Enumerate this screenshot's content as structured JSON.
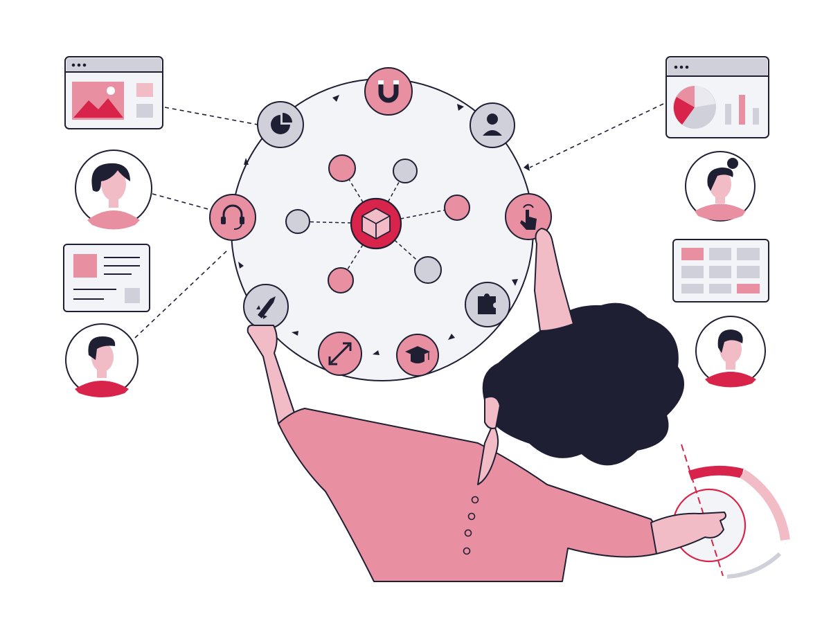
{
  "colors": {
    "outline": "#1e1f33",
    "pink": "#e98fa2",
    "pink_light": "#f2bcc7",
    "red": "#d8234a",
    "gray": "#cfd0da",
    "gray_light": "#f3f4f7",
    "white": "#ffffff"
  },
  "cycle": {
    "nodes": [
      {
        "icon": "magnet-icon",
        "fill": "pink"
      },
      {
        "icon": "user-icon",
        "fill": "gray"
      },
      {
        "icon": "touch-hand-icon",
        "fill": "pink"
      },
      {
        "icon": "puzzle-icon",
        "fill": "gray"
      },
      {
        "icon": "graduation-cap-icon",
        "fill": "pink"
      },
      {
        "icon": "expand-arrows-icon",
        "fill": "pink"
      },
      {
        "icon": "rocket-icon",
        "fill": "gray"
      },
      {
        "icon": "headset-icon",
        "fill": "pink"
      },
      {
        "icon": "pie-chart-icon",
        "fill": "gray"
      }
    ]
  },
  "hub": {
    "icon": "cube-icon"
  },
  "satellites": [
    {
      "fill": "pink"
    },
    {
      "fill": "gray"
    },
    {
      "fill": "pink"
    },
    {
      "fill": "gray"
    },
    {
      "fill": "gray"
    },
    {
      "fill": "pink"
    }
  ],
  "side_panels": [
    {
      "name": "image-window-card",
      "icon": "image-icon"
    },
    {
      "name": "avatar-woman-short-hair",
      "icon": "avatar-icon"
    },
    {
      "name": "text-card",
      "icon": "document-icon"
    },
    {
      "name": "avatar-man-left",
      "icon": "avatar-icon"
    },
    {
      "name": "chart-window-card",
      "icon": "pie-chart-icon"
    },
    {
      "name": "avatar-woman-bun",
      "icon": "avatar-icon"
    },
    {
      "name": "grid-table-card",
      "icon": "table-icon"
    },
    {
      "name": "avatar-man-right",
      "icon": "avatar-icon"
    }
  ],
  "dial": {
    "icon": "progress-dial-icon"
  }
}
